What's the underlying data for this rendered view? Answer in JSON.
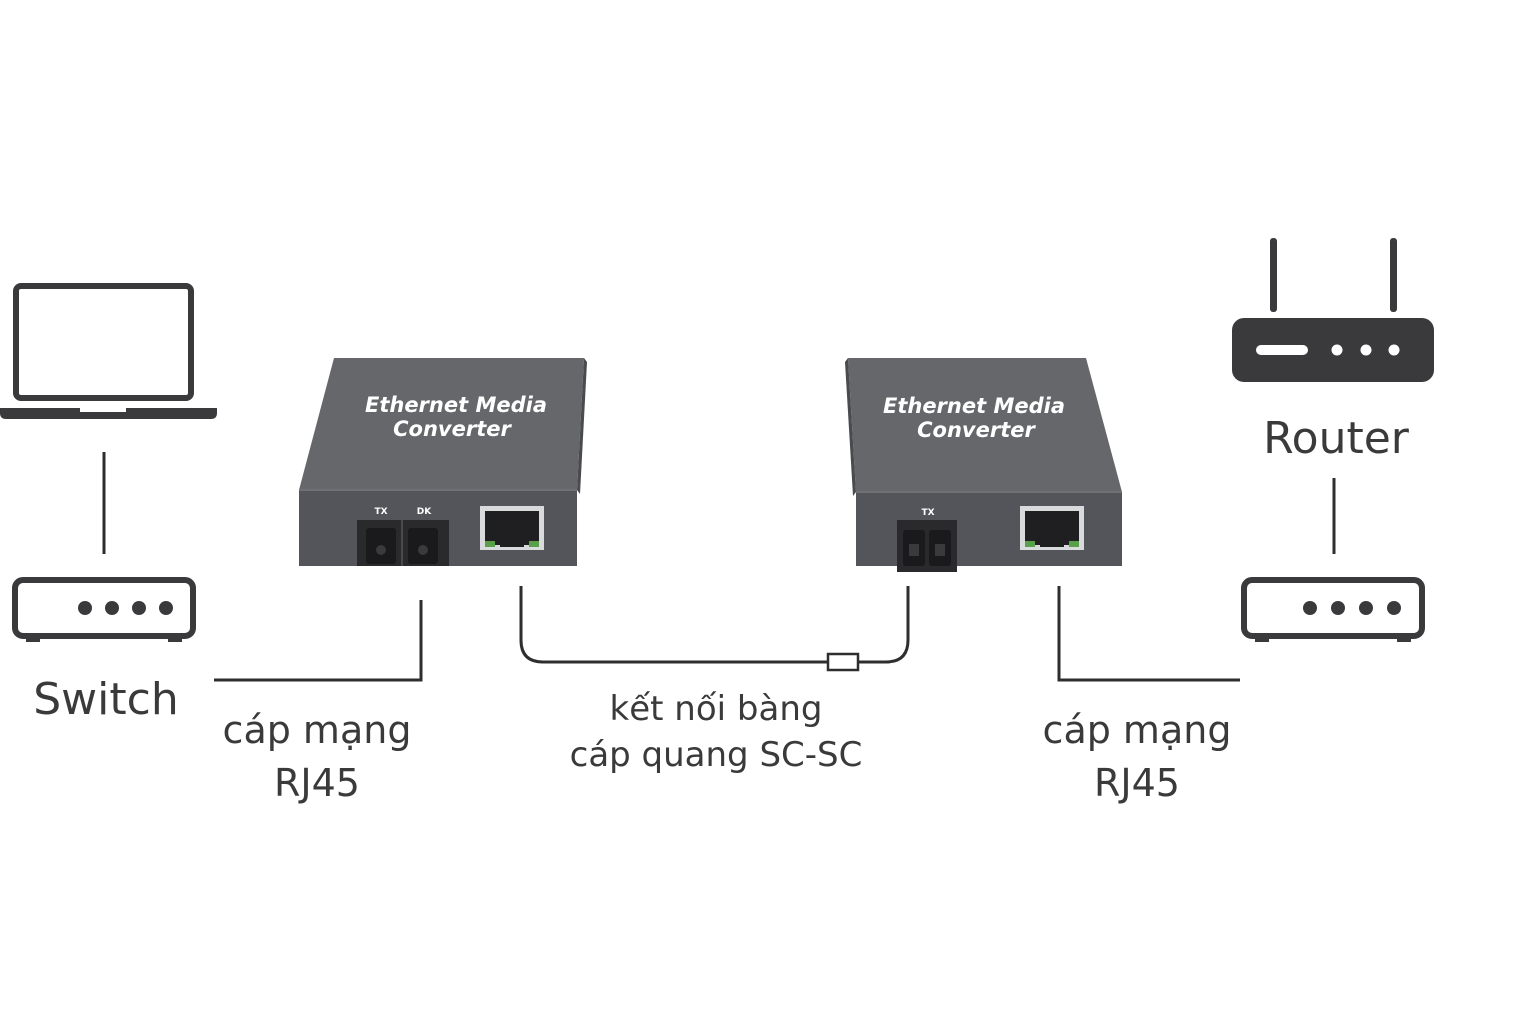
{
  "labels": {
    "switch": "Switch",
    "router": "Router",
    "left_cable_line1": "cáp mạng",
    "left_cable_line2": "RJ45",
    "fiber_line1": "kết nối bàng",
    "fiber_line2": "cáp quang SC-SC",
    "right_cable_line1": "cáp mạng",
    "right_cable_line2": "RJ45"
  },
  "converter_left": {
    "title_line1": "Ethernet Media",
    "title_line2": "Converter",
    "port_tx": "TX",
    "port_rx": "DK"
  },
  "converter_right": {
    "title_line1": "Ethernet Media",
    "title_line2": "Converter",
    "port_tx": "TX"
  },
  "colors": {
    "device_body": "#5c5d60",
    "device_top": "#6a6b6e",
    "device_dark": "#3c3d40",
    "line": "#2e2e2e",
    "icon": "#3a3a3c",
    "text": "#3a3a3a",
    "port_green": "#5aa04a"
  }
}
